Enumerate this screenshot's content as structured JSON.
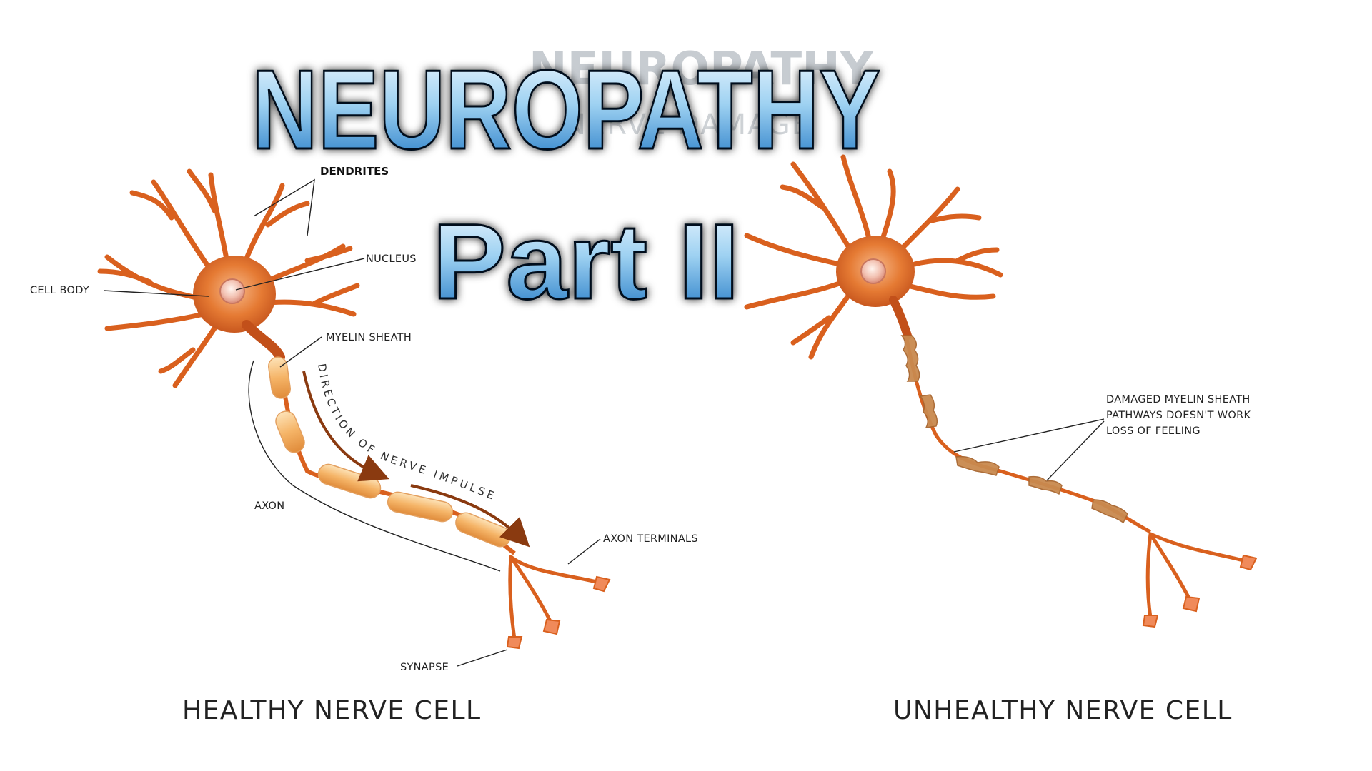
{
  "background_title": {
    "text": "NEUROPATHY",
    "subtitle": "NERVE DAMAGE"
  },
  "overlay_title": {
    "line1": "NEUROPATHY",
    "line2": "Part II",
    "gradient": [
      "#e8f5ff",
      "#8cc7ee",
      "#1f7fcc"
    ]
  },
  "healthy": {
    "caption": "HEALTHY NERVE CELL",
    "labels": {
      "dendrites": "DENDRITES",
      "nucleus": "NUCLEUS",
      "cell_body": "CELL BODY",
      "myelin_sheath": "MYELIN SHEATH",
      "axon": "AXON",
      "axon_terminals": "AXON TERMINALS",
      "synapse": "SYNAPSE"
    },
    "impulse_text": "DIRECTION OF NERVE IMPULSE"
  },
  "unhealthy": {
    "caption": "UNHEALTHY NERVE CELL",
    "notes": [
      "DAMAGED MYELIN SHEATH",
      "PATHWAYS DOESN'T WORK",
      "LOSS OF FEELING"
    ]
  },
  "colors": {
    "neuron": "#d9601e",
    "neuron_light": "#f4a261",
    "myelin": "#f6c27a",
    "damaged_myelin": "#c98a4f",
    "arrow": "#8a3a10"
  }
}
